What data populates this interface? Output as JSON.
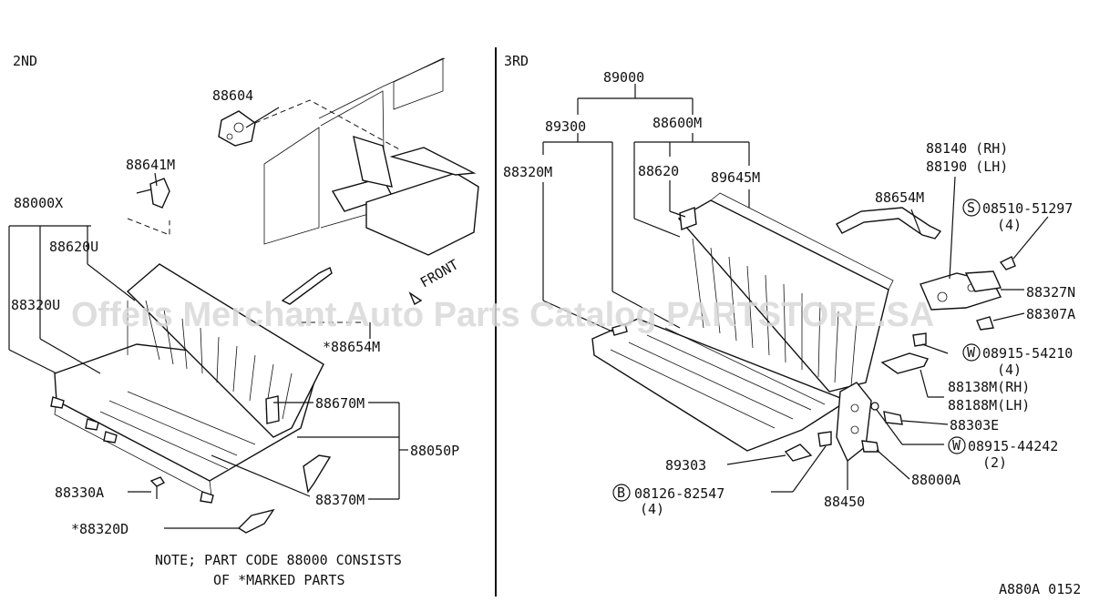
{
  "sections": {
    "left": "2ND",
    "right": "3RD"
  },
  "parts": {
    "p88604": "88604",
    "p88641M": "88641M",
    "p88000X": "88000X",
    "p88620U": "88620U",
    "p88320U": "88320U",
    "front": "FRONT",
    "p88654M_star": "*88654M",
    "p88670M": "88670M",
    "p88050P": "88050P",
    "p88330A": "88330A",
    "p88370M": "88370M",
    "p88320D_star": "*88320D",
    "p89000": "89000",
    "p89300": "89300",
    "p88600M": "88600M",
    "p88320M": "88320M",
    "p88620": "88620",
    "p89645M": "89645M",
    "p88654M": "88654M",
    "p88140": "88140 (RH)",
    "p88190": "88190 (LH)",
    "p08510_code": "08510-51297",
    "p08510_qty": "(4)",
    "p88327N": "88327N",
    "p88307A": "88307A",
    "p08915_54210_code": "08915-54210",
    "p08915_54210_qty": "(4)",
    "p88138M": "88138M(RH)",
    "p88188M": "88188M(LH)",
    "p88303E": "88303E",
    "p08915_44242_code": "08915-44242",
    "p08915_44242_qty": "(2)",
    "p89303": "89303",
    "p08126_code": "08126-82547",
    "p08126_qty": "(4)",
    "p88450": "88450",
    "p88000A": "88000A"
  },
  "symbols": {
    "s": "S",
    "w": "W",
    "b": "B"
  },
  "note": {
    "line1": "NOTE; PART CODE 88000 CONSISTS",
    "line2": "OF *MARKED PARTS"
  },
  "ref_code": "A880A 0152",
  "watermark": "Offers Merchant Auto Parts Catalog PARTSTORE.SA"
}
